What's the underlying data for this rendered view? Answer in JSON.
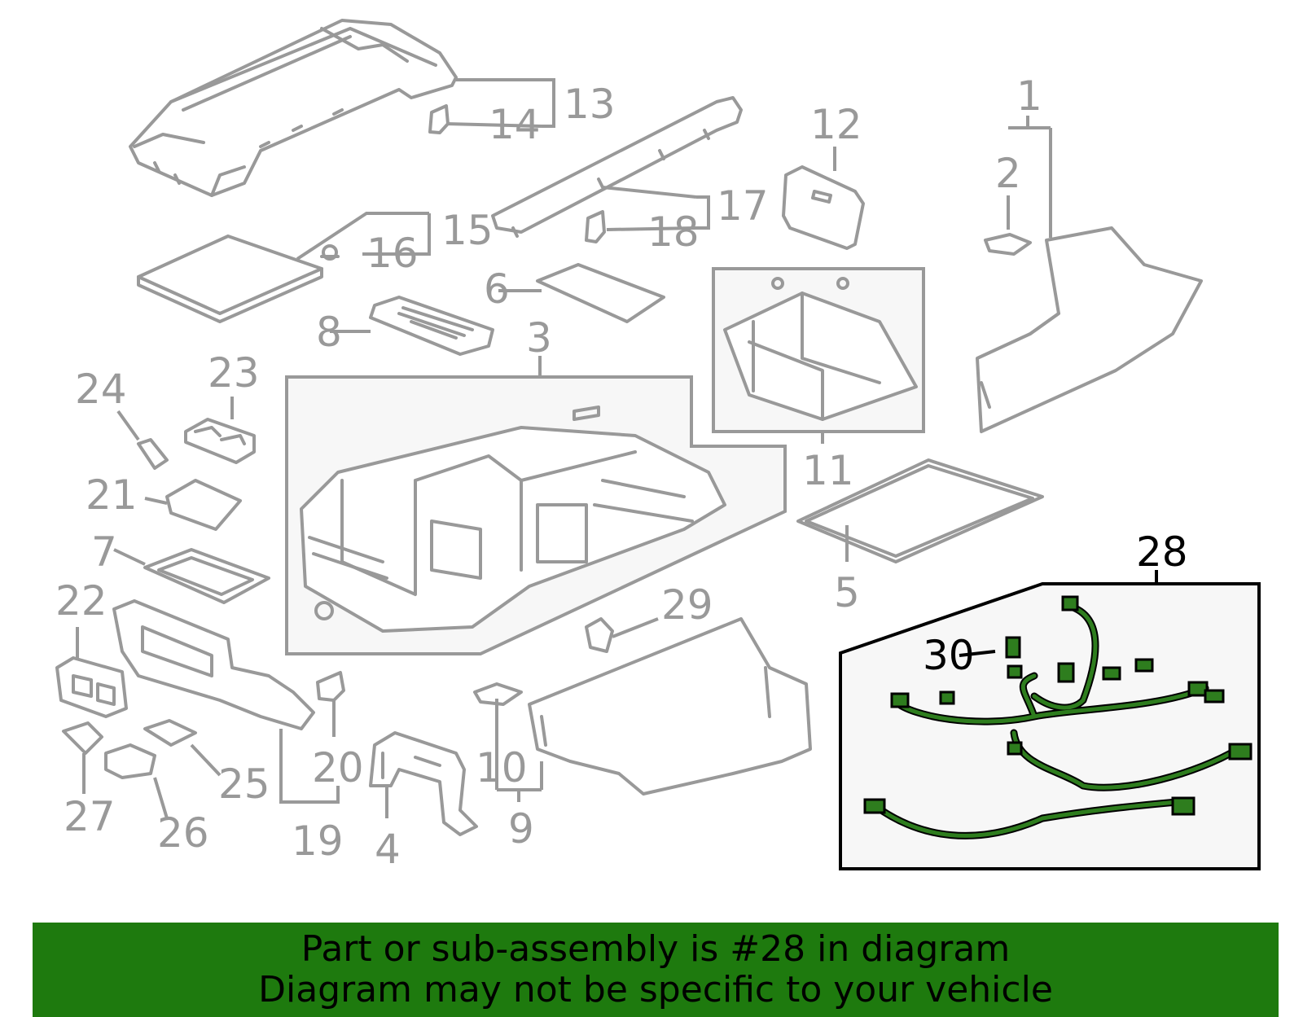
{
  "diagram": {
    "highlight_color": "#2e7d1e",
    "banner_color": "#1e7a0e",
    "part_color": "#999999",
    "highlighted_part": "28",
    "callouts": [
      "1",
      "2",
      "3",
      "4",
      "5",
      "6",
      "7",
      "8",
      "9",
      "10",
      "11",
      "12",
      "13",
      "14",
      "15",
      "16",
      "17",
      "18",
      "19",
      "20",
      "21",
      "22",
      "23",
      "24",
      "25",
      "26",
      "27",
      "28",
      "29",
      "30"
    ]
  },
  "banner": {
    "line1": "Part or sub-assembly is #28 in diagram",
    "line2": "Diagram may not be specific to your vehicle"
  }
}
